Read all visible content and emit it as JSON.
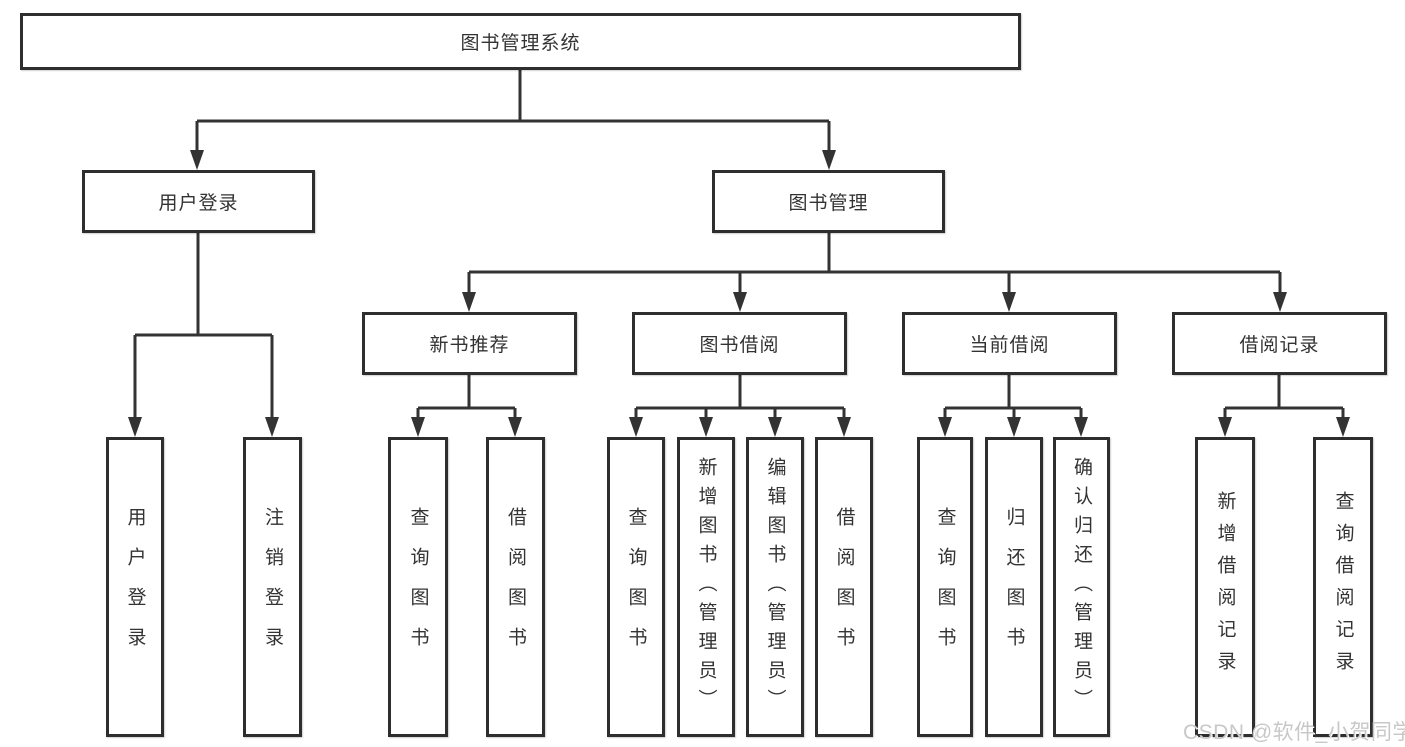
{
  "diagram_title": "图书管理系统",
  "tree": {
    "root": "图书管理系统",
    "branches": [
      {
        "label": "用户登录",
        "children": [
          "用户登录",
          "注销登录"
        ]
      },
      {
        "label": "图书管理",
        "sections": [
          {
            "label": "新书推荐",
            "children": [
              "查询图书",
              "借阅图书"
            ]
          },
          {
            "label": "图书借阅",
            "children": [
              "查询图书",
              "新增图书（管理员）",
              "编辑图书（管理员）",
              "借阅图书"
            ]
          },
          {
            "label": "当前借阅",
            "children": [
              "查询图书",
              "归还图书",
              "确认归还（管理员）"
            ]
          },
          {
            "label": "借阅记录",
            "children": [
              "新增借阅记录",
              "查询借阅记录"
            ]
          }
        ]
      }
    ]
  },
  "watermark": "CSDN @软件_小贺同学",
  "colors": {
    "line": "#333333",
    "box_border": "#2e2e2e",
    "text": "#333333",
    "watermark": "#c8c8c8"
  }
}
